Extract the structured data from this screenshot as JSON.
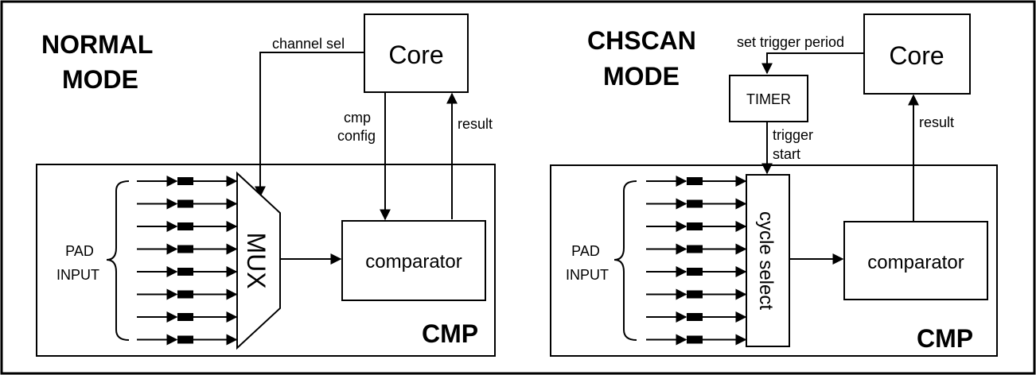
{
  "normal": {
    "title_line1": "NORMAL",
    "title_line2": "MODE",
    "core_label": "Core",
    "channel_sel": "channel sel",
    "cmp_config_line1": "cmp",
    "cmp_config_line2": "config",
    "result": "result",
    "pad_line1": "PAD",
    "pad_line2": "INPUT",
    "mux_label": "MUX",
    "comparator_label": "comparator",
    "block_label": "CMP",
    "input_count": 8
  },
  "chscan": {
    "title_line1": "CHSCAN",
    "title_line2": "MODE",
    "core_label": "Core",
    "set_trigger_period": "set trigger period",
    "timer_label": "TIMER",
    "trigger_line1": "trigger",
    "trigger_line2": "start",
    "result": "result",
    "pad_line1": "PAD",
    "pad_line2": "INPUT",
    "cycle_select_label": "cycle select",
    "comparator_label": "comparator",
    "block_label": "CMP",
    "input_count": 8
  }
}
